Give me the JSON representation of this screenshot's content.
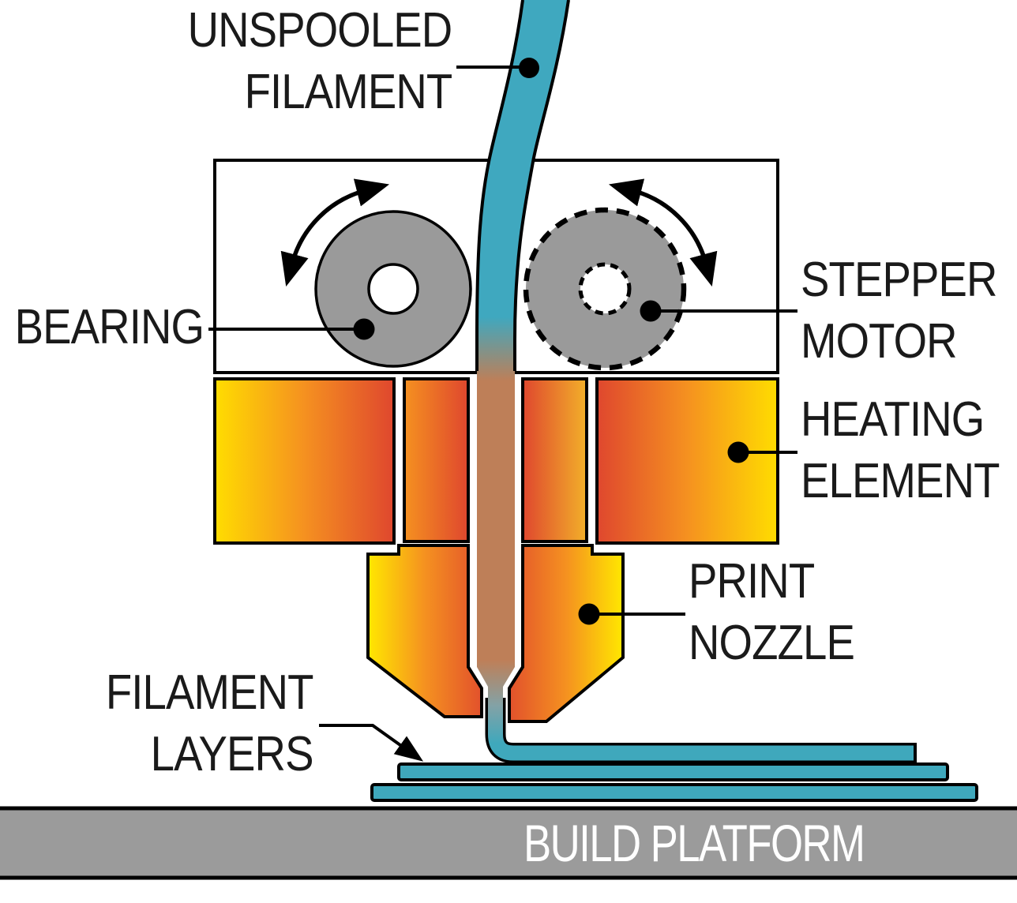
{
  "labels": {
    "unspooled_filament": {
      "line1": "UNSPOOLED",
      "line2": "FILAMENT"
    },
    "bearing": {
      "line1": "BEARING"
    },
    "stepper_motor": {
      "line1": "STEPPER",
      "line2": "MOTOR"
    },
    "heating_element": {
      "line1": "HEATING",
      "line2": "ELEMENT"
    },
    "print_nozzle": {
      "line1": "PRINT",
      "line2": "NOZZLE"
    },
    "filament_layers": {
      "line1": "FILAMENT",
      "line2": "LAYERS"
    },
    "build_platform": {
      "line1": "BUILD PLATFORM"
    }
  },
  "colors": {
    "background": "#FFFFFF",
    "outline": "#000000",
    "label_text": "#1A1A1A",
    "filament_teal": "#3FA8BF",
    "filament_heated": "#BE7F58",
    "filament_exit_transition": "#83A2A6",
    "layer_teal": "#3FA8BC",
    "wheel_gray": "#9A9A9A",
    "body_fill": "#FFFFFF",
    "platform_gray": "#9B9B9B",
    "platform_text": "#FFFFFF",
    "heat_yellow": "#FFDD00",
    "heat_orange": "#F59120",
    "heat_amber": "#F2B02A",
    "heat_red": "#DF472E",
    "nozzle_yellow": "#FFE800",
    "nozzle_red": "#E2512C"
  }
}
